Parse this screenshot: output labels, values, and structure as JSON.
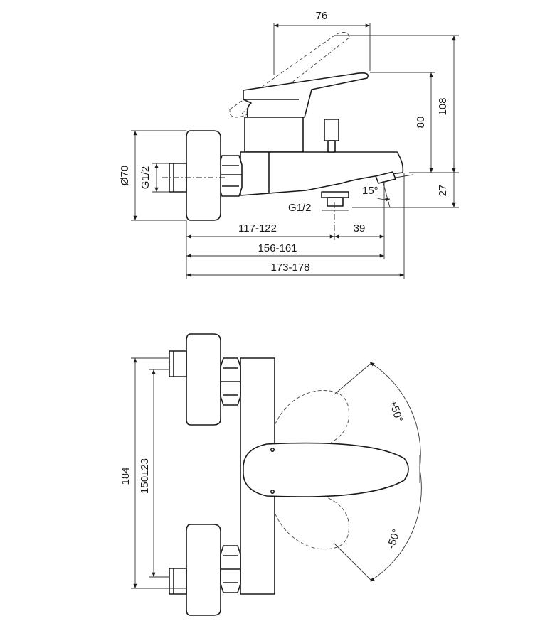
{
  "side_view": {
    "handle_length": "76",
    "height_total": "108",
    "height_handle": "80",
    "spout_drop": "27",
    "body_diameter": "Ø70",
    "inlet_thread": "G1/2",
    "outlet_thread": "G1/2",
    "spout_angle": "15°",
    "depth_outlet": "117-122",
    "outlet_to_spout": "39",
    "depth_spout": "156-161",
    "depth_total": "173-178"
  },
  "top_view": {
    "overall_length": "184",
    "inlet_spacing": "150±23",
    "rotation_plus": "+50°",
    "rotation_minus": "-50°"
  }
}
